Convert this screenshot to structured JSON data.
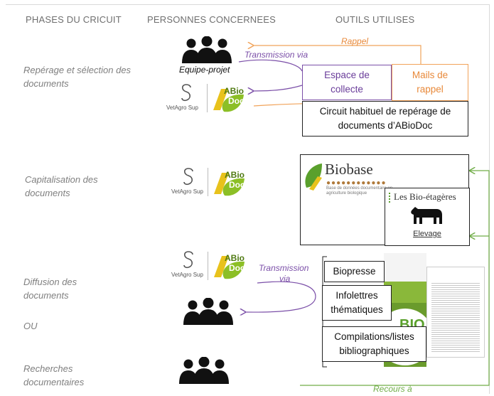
{
  "headers": {
    "phases": "PHASES DU CRICUIT",
    "personnes": "PERSONNES CONCERNEES",
    "outils": "OUTILS UTILISES"
  },
  "phases": {
    "reperage": "Repérage et sélection des documents",
    "capitalisation": "Capitalisation des documents",
    "diffusion": "Diffusion des documents",
    "ou": "OU",
    "recherches": "Recherches documentaires"
  },
  "people": {
    "equipe_label": "Equipe-projet"
  },
  "logos": {
    "vetagro": "VetAgro Sup",
    "abiodoc_line1": "ABio",
    "abiodoc_line2": "Doc"
  },
  "tools": {
    "espace": "Espace de collecte",
    "mails": "Mails de rappel",
    "circuit": "Circuit habituel de repérage de documents d’ABioDoc",
    "biobase_title": "Biobase",
    "biobase_subtitle": "Base de données documentaire en agriculture biologique",
    "bioetageres_title": "Les Bio-étagères",
    "elevage": "Elevage",
    "biopresse": "Biopresse",
    "infolettres": "Infolettres thématiques",
    "compilations": "Compilations/listes bibliographiques"
  },
  "arrows": {
    "transmission_via": "Transmission via",
    "rappel": "Rappel",
    "transmission": "Transmission",
    "via": "via",
    "recours": "Recours à"
  },
  "colors": {
    "purple": "#7b4fa8",
    "orange": "#f1a35a",
    "green": "#70ad47",
    "grey": "#7f7f7f"
  }
}
